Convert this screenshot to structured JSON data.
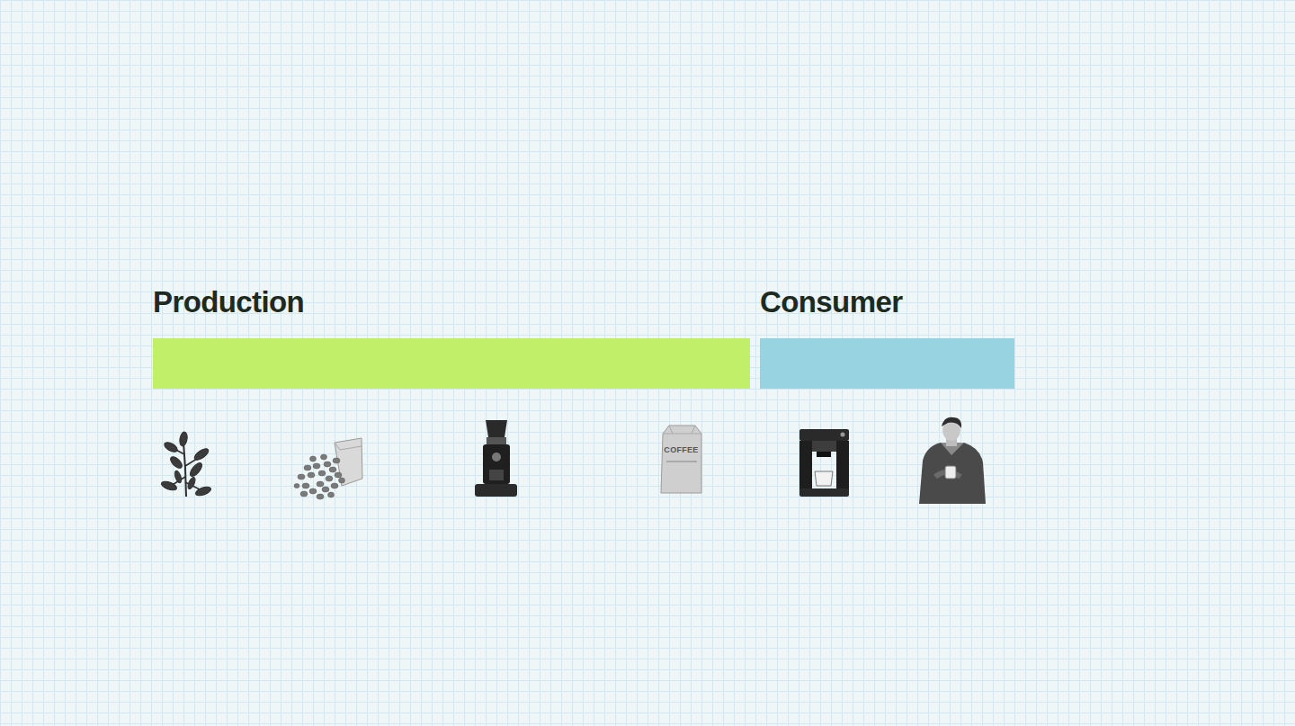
{
  "diagram": {
    "nodes": [
      {
        "text": [
          "Production"
        ]
      },
      {
        "text": [
          "Consumer"
        ]
      }
    ],
    "labels": [
      "COFFEE"
    ]
  }
}
